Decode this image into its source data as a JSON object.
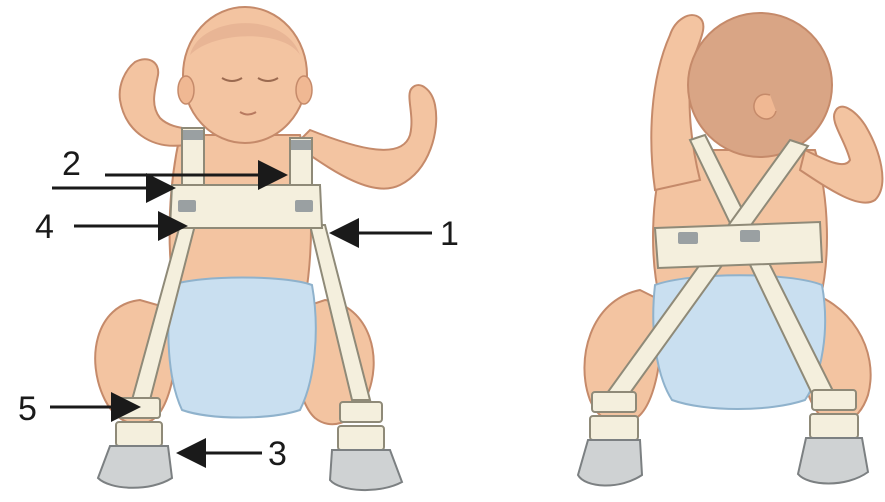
{
  "labels": {
    "one": "1",
    "two": "2",
    "three": "3",
    "four": "4",
    "five": "5"
  },
  "colors": {
    "skin": "#f3c4a1",
    "skin_shade": "#e7a884",
    "skin_outline": "#c58a6a",
    "hair": "#d9a585",
    "diaper": "#c9dff0",
    "diaper_outline": "#8fb2cc",
    "strap": "#f4efdd",
    "strap_outline": "#8f8a78",
    "buckle": "#9aa0a2",
    "shoe": "#cfd2d3",
    "shoe_outline": "#7c8082",
    "arrow": "#1a1a1a"
  }
}
